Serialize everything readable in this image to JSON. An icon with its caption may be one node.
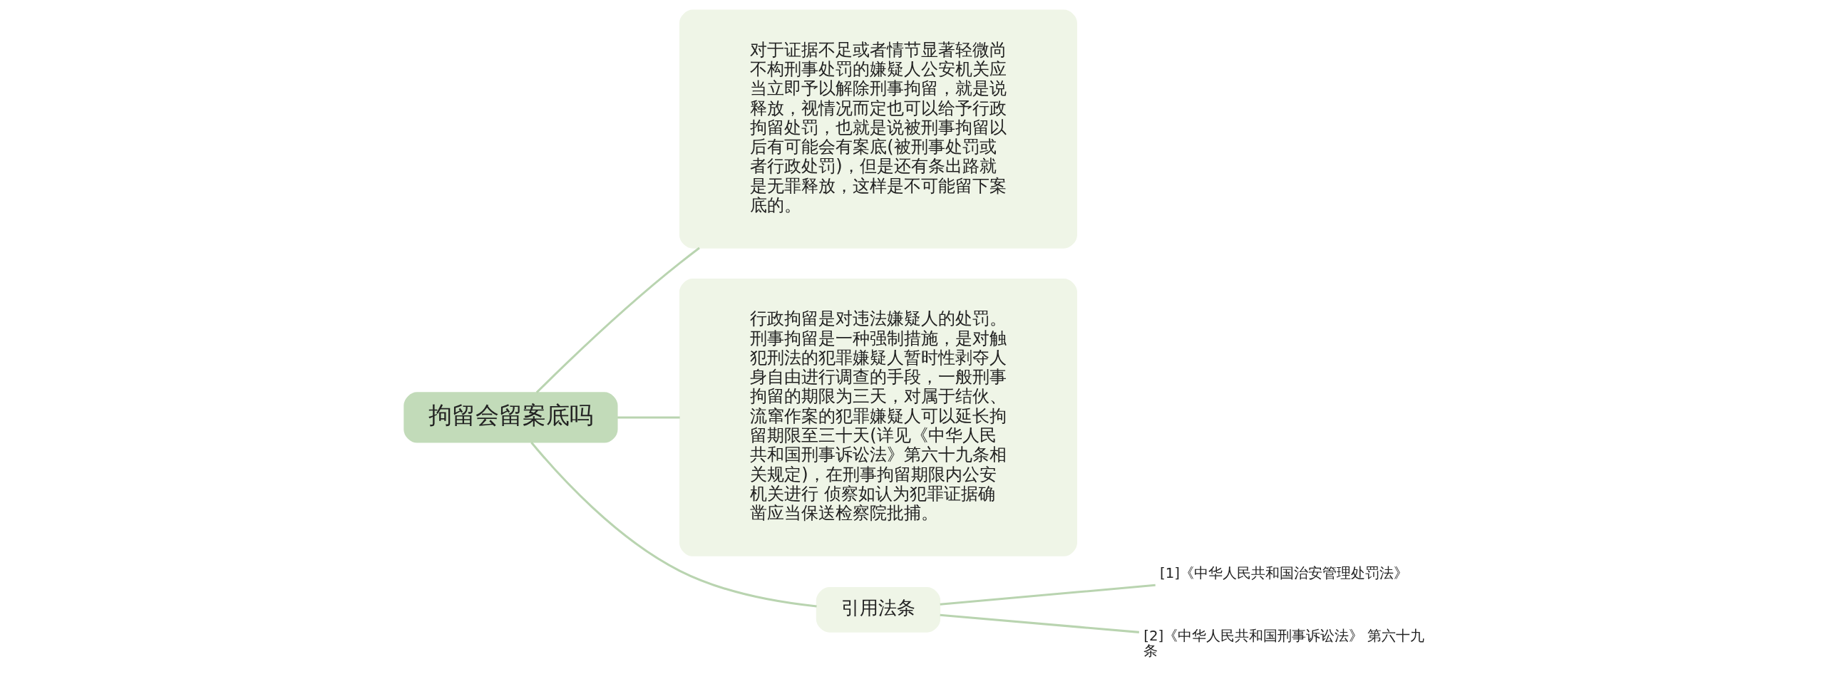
{
  "diagram": {
    "nodes": [
      {
        "text": [
          "拘留会留案底吗"
        ]
      },
      {
        "text": [
          "对于证据不足或者情节显著轻微尚不构刑事处罚的嫌疑人公安机关应当立即予以解除刑事拘留，就是说释放，视情况而定也可以给予行政拘留处罚，也就是说被刑事拘留以后有可能会有案底(被刑事处罚或者行政处罚)，但是还有条出路就是无罪释放，这样是不可能留下案底的。"
        ]
      },
      {
        "text": [
          "行政拘留是对违法嫌疑人的处罚。刑事拘留是一种强制措施，是对触犯刑法的犯罪嫌疑人暂时性剥夺人身自由进行调查的手段，一般刑事拘留的期限为三天，对属于结伙、流窜作案的犯罪嫌疑人可以延长拘留期限至三十天(详见《中华人民共和国刑事诉讼法》第六十九条相关规定)，在刑事拘留期限内公安机关进行 侦察如认为犯罪证据确凿应当保送检察院批捕。"
        ]
      },
      {
        "text": [
          "引用法条"
        ]
      },
      {
        "text": [
          "[1]《中华人民共和国治安管理处罚法》"
        ]
      },
      {
        "text": [
          "[2]《中华人民共和国刑事诉讼法》 第六十九条"
        ]
      }
    ],
    "edges": [
      {
        "from": 0,
        "to": 1,
        "arrow": "none"
      },
      {
        "from": 0,
        "to": 2,
        "arrow": "none"
      },
      {
        "from": 0,
        "to": 3,
        "arrow": "none"
      },
      {
        "from": 3,
        "to": 4,
        "arrow": "none"
      },
      {
        "from": 3,
        "to": 5,
        "arrow": "none"
      }
    ]
  }
}
